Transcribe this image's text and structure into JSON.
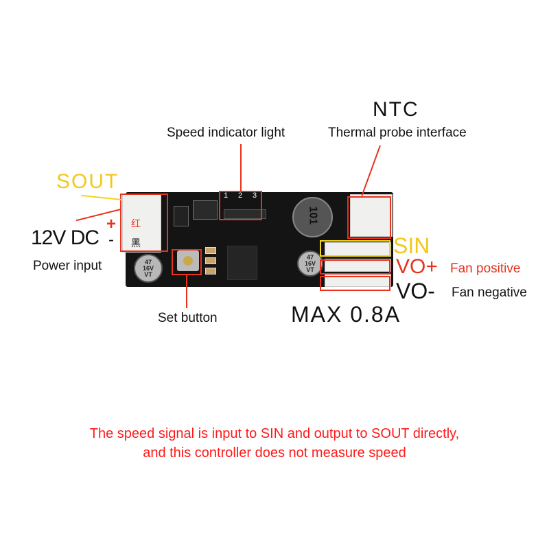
{
  "labels": {
    "ntc": "NTC",
    "ntc_desc": "Thermal probe interface",
    "speed_light": "Speed indicator light",
    "led_numbers": [
      "1",
      "2",
      "3"
    ],
    "sout": "SOUT",
    "plus": "+",
    "minus": "-",
    "power_voltage": "12V DC",
    "power_input": "Power input",
    "red_char": "红",
    "black_char": "黑",
    "set_button": "Set button",
    "sin": "SIN",
    "vo_plus": "VO+",
    "fan_positive": "Fan positive",
    "vo_minus": "VO-",
    "fan_negative": "Fan negative",
    "max_current": "MAX 0.8A",
    "cap_text": "47 16V VT",
    "inductor_text": "101"
  },
  "note": {
    "line1": "The speed signal is input to SIN and output to SOUT directly,",
    "line2": "and this controller does not measure speed"
  },
  "colors": {
    "accent_red": "#e8321c",
    "accent_yellow": "#f2d51a",
    "board": "#141414"
  }
}
